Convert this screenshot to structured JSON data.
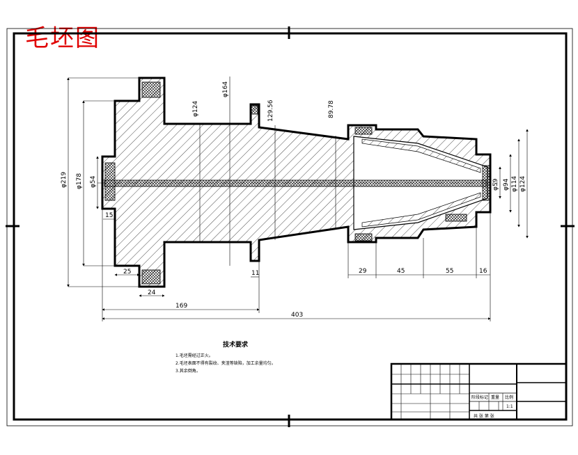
{
  "stamp": "毛坯图",
  "dims": {
    "d219": "φ219",
    "d178": "φ178",
    "d54": "φ54",
    "d124": "φ124",
    "d164": "φ164",
    "v12956": "129.56",
    "v8978": "89.78",
    "d59": "φ59",
    "d94": "φ94",
    "d114": "φ114",
    "d124r": "φ124",
    "l15": "15",
    "l25": "25",
    "l24": "24",
    "l11": "11",
    "l169": "169",
    "l403": "403",
    "l29": "29",
    "l45": "45",
    "l55": "55",
    "l16": "16"
  },
  "notes": {
    "title": "技术要求",
    "line1": "1.毛坯需经过正火。",
    "line2": "2.毛坯表面不得有裂纹、夹渣等缺陷，加工余量均匀。",
    "line3": "3.其余倒角。"
  },
  "titleblock": {
    "scale": "1:1",
    "hdr1": "阶段标记",
    "hdr2": "重量",
    "hdr3": "比例",
    "sheet": "共 张 第 张"
  }
}
